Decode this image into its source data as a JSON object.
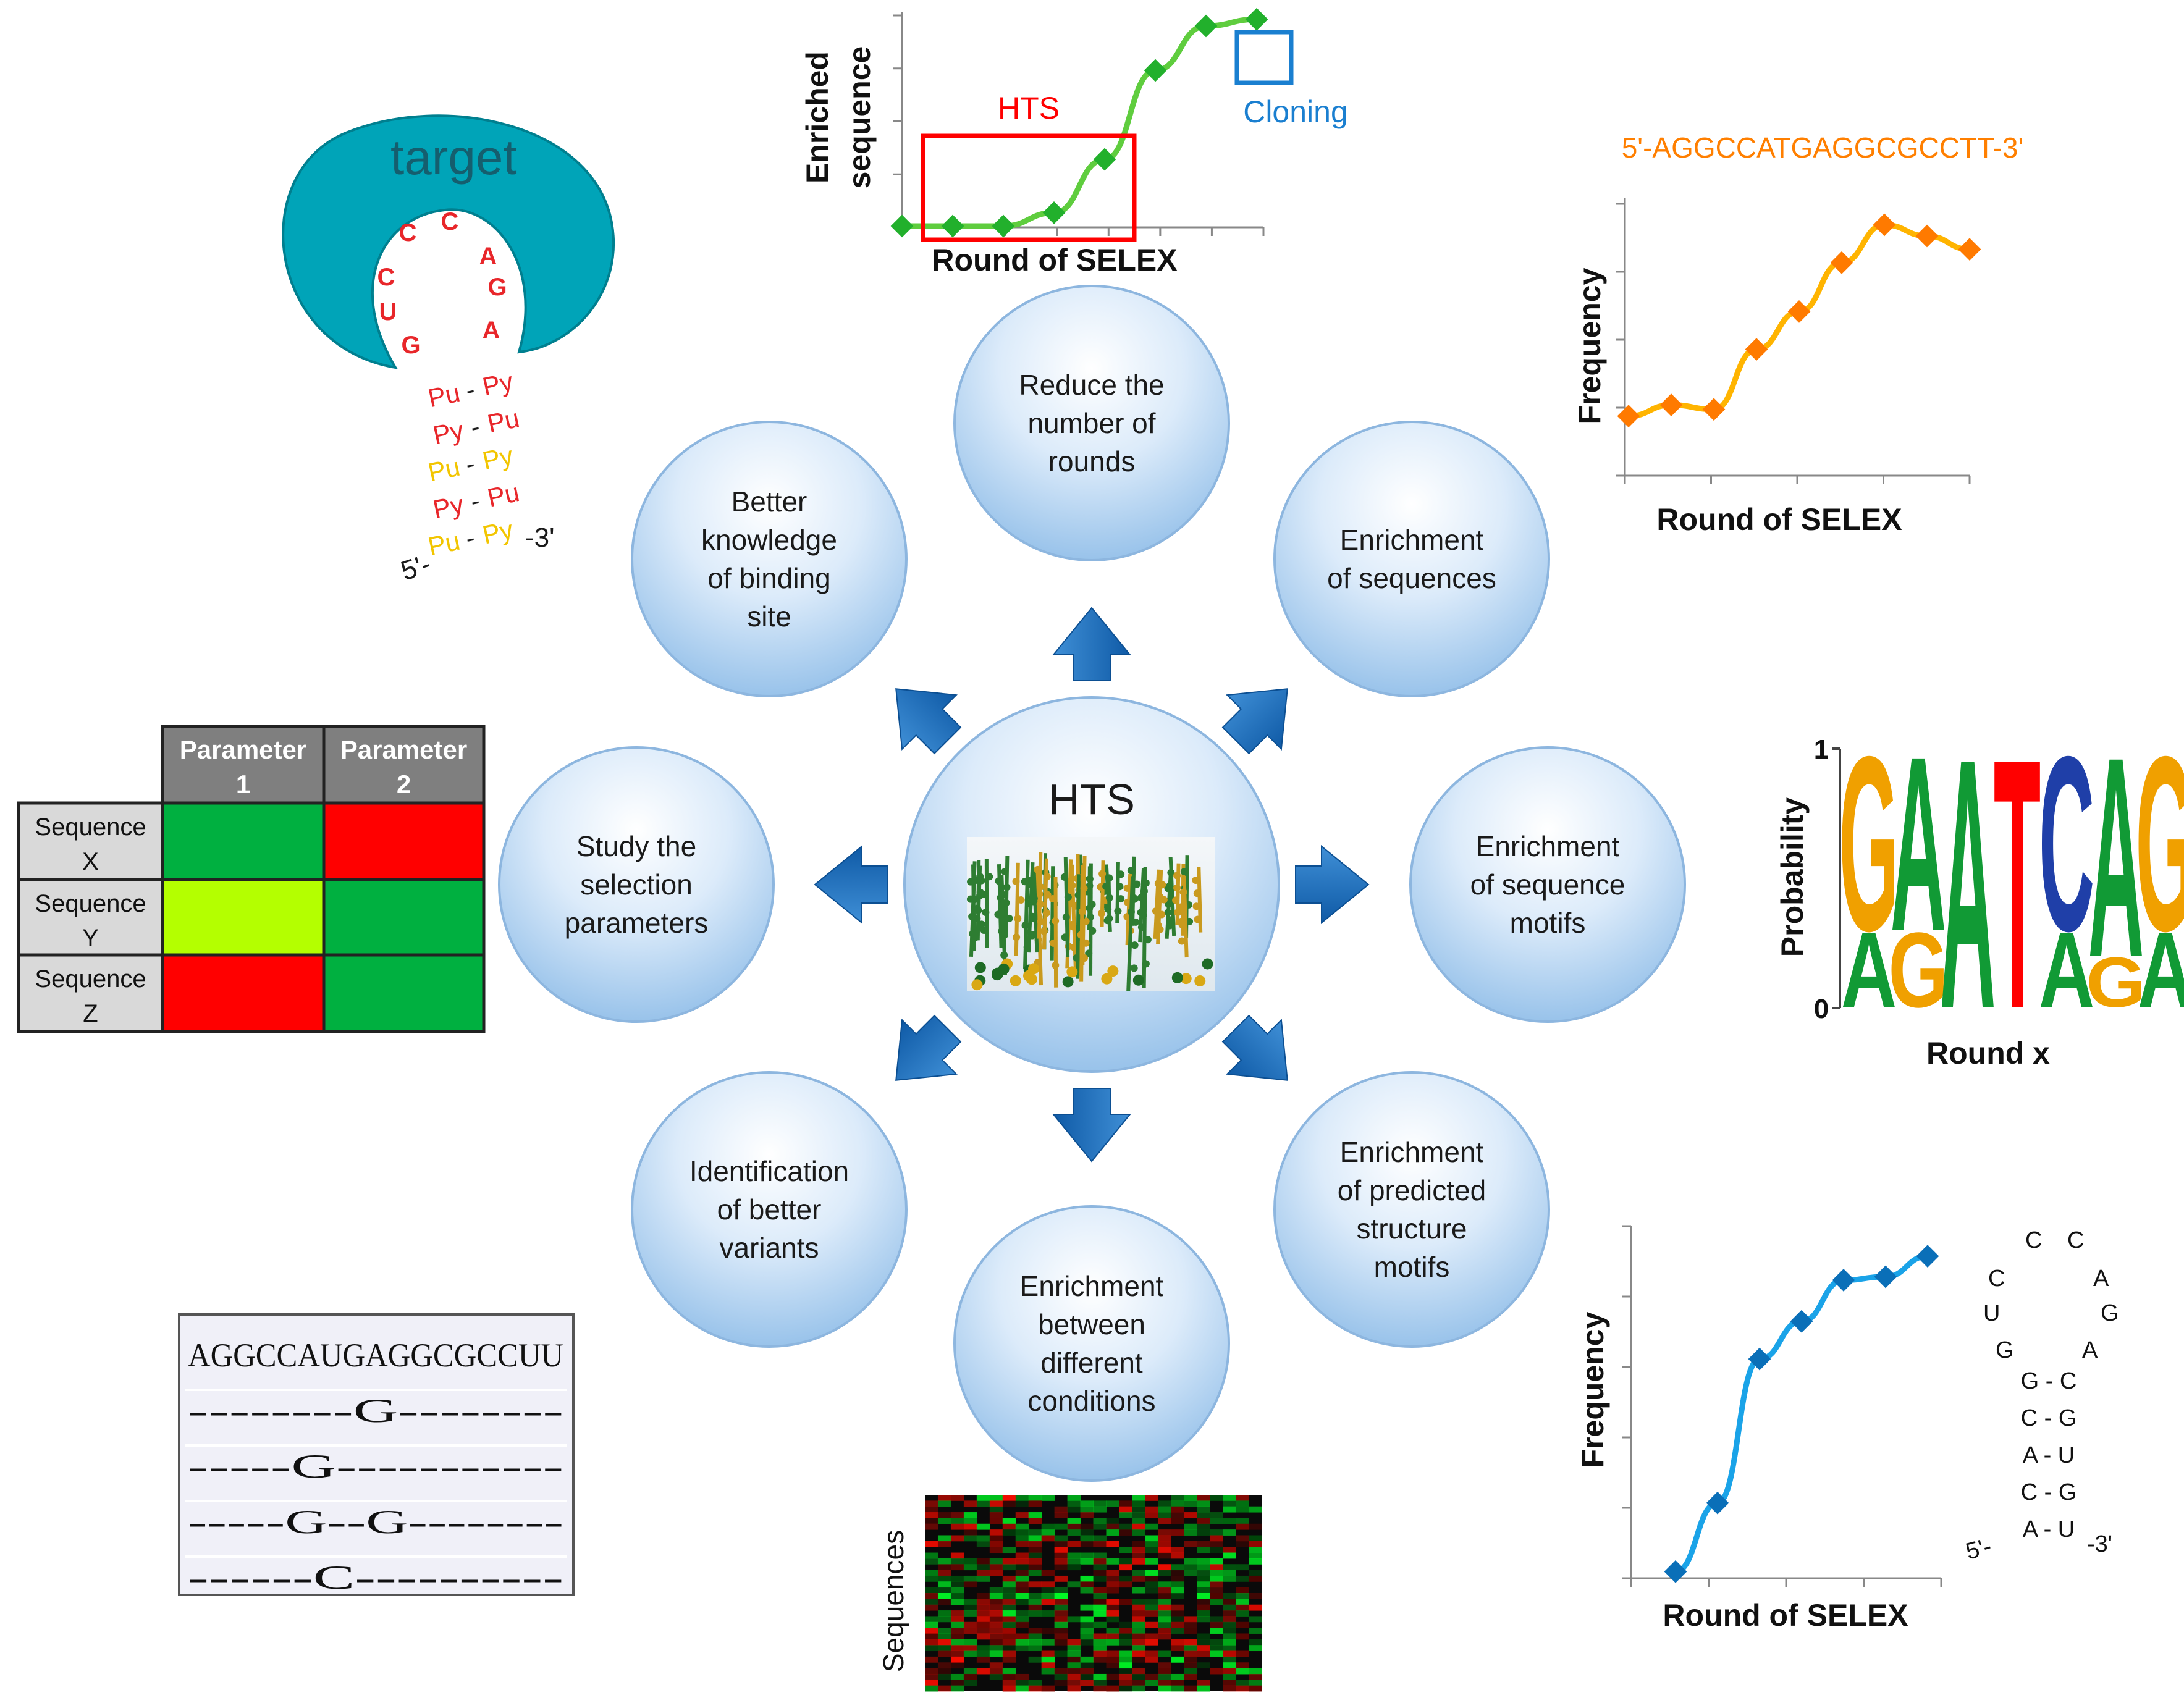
{
  "center": {
    "label": "HTS"
  },
  "nodes": [
    {
      "id": "reduce",
      "lines": [
        "Reduce the",
        "number of",
        "rounds"
      ]
    },
    {
      "id": "enrich-seq",
      "lines": [
        "Enrichment",
        "of sequences"
      ]
    },
    {
      "id": "enrich-motif",
      "lines": [
        "Enrichment",
        "of sequence",
        "motifs"
      ]
    },
    {
      "id": "enrich-struct",
      "lines": [
        "Enrichment",
        "of predicted",
        "structure",
        "motifs"
      ]
    },
    {
      "id": "enrich-cond",
      "lines": [
        "Enrichment",
        "between",
        "different",
        "conditions"
      ]
    },
    {
      "id": "variants",
      "lines": [
        "Identification",
        "of better",
        "variants"
      ]
    },
    {
      "id": "params",
      "lines": [
        "Study the",
        "selection",
        "parameters"
      ]
    },
    {
      "id": "binding",
      "lines": [
        "Better",
        "knowledge",
        "of binding",
        "site"
      ]
    }
  ],
  "target_panel": {
    "target_label": "target",
    "loop_letters": [
      "C",
      "C",
      "A",
      "G",
      "A",
      "C",
      "U",
      "G"
    ],
    "stem_rows": [
      {
        "left": "Pu",
        "dash": "-",
        "right": "Py",
        "color": "#e8262a"
      },
      {
        "left": "Py",
        "dash": "-",
        "right": "Pu",
        "color": "#e8262a"
      },
      {
        "left": "Pu",
        "dash": "-",
        "right": "Py",
        "color": "#f2c500"
      },
      {
        "left": "Py",
        "dash": "-",
        "right": "Pu",
        "color": "#e8262a"
      },
      {
        "left": "Pu",
        "dash": "-",
        "right": "Py",
        "color": "#f2c500"
      }
    ],
    "five_prime": "5'-",
    "three_prime": "-3'"
  },
  "enriched_chart": {
    "ylabel_line1": "Enriched",
    "ylabel_line2": "sequence",
    "xlabel": "Round of SELEX",
    "hts_box_label": "HTS",
    "cloning_box_label": "Cloning"
  },
  "sequence_label": "5'-AGGCCATGAGGCGCCTT-3'",
  "freq_chart_top": {
    "ylabel": "Frequency",
    "xlabel": "Round of SELEX"
  },
  "logo": {
    "ylabel": "Probability",
    "xlabel": "Round x",
    "y_top": "1",
    "y_bottom": "0"
  },
  "freq_chart_bottom": {
    "ylabel": "Frequency",
    "xlabel": "Round of SELEX"
  },
  "hairpin_bottom": {
    "loop_top": [
      "C",
      "C"
    ],
    "loop_mid": [
      "C",
      "A",
      "U",
      "G",
      "G",
      "A"
    ],
    "pairs": [
      "G - C",
      "C - G",
      "A - U",
      "C - G",
      "A - U"
    ],
    "five_prime": "5'-",
    "three_prime": "-3'"
  },
  "param_table": {
    "headers": [
      "Parameter 1",
      "Parameter 2"
    ],
    "rows": [
      {
        "label_line1": "Sequence",
        "label_line2": "X",
        "c1": "#00b040",
        "c2": "#ff0000"
      },
      {
        "label_line1": "Sequence",
        "label_line2": "Y",
        "c1": "#b4ff00",
        "c2": "#00b040"
      },
      {
        "label_line1": "Sequence",
        "label_line2": "Z",
        "c1": "#ff0000",
        "c2": "#00b040"
      }
    ]
  },
  "alignment": {
    "rows": [
      "AGGCCAUGAGGCGCCUU",
      "--------G--------",
      "-----G-----------",
      "-----G--G--------",
      "------C----------"
    ]
  },
  "heatmap": {
    "ylabel": "Sequences"
  },
  "chart_data": [
    {
      "type": "line",
      "title": "",
      "xlabel": "Round of SELEX",
      "ylabel": "Enriched sequence",
      "x": [
        1,
        2,
        3,
        4,
        5,
        6,
        7,
        8
      ],
      "series": [
        {
          "values": [
            0.0,
            0.0,
            0.0,
            0.06,
            0.3,
            0.7,
            0.9,
            0.93
          ]
        }
      ]
    },
    {
      "type": "line",
      "title": "5'-AGGCCATGAGGCGCCTT-3'",
      "xlabel": "Round of SELEX",
      "ylabel": "Frequency",
      "x": [
        1,
        2,
        3,
        4,
        5,
        6,
        7,
        8,
        9
      ],
      "series": [
        {
          "values": [
            0.24,
            0.29,
            0.27,
            0.54,
            0.71,
            0.93,
            1.1,
            1.05,
            0.99
          ]
        }
      ]
    },
    {
      "type": "line",
      "title": "",
      "xlabel": "Round of SELEX",
      "ylabel": "Frequency",
      "x": [
        1,
        2,
        3,
        4,
        5,
        6,
        7
      ],
      "series": [
        {
          "values": [
            0.05,
            0.25,
            0.67,
            0.78,
            0.9,
            0.91,
            0.97
          ]
        }
      ]
    }
  ]
}
